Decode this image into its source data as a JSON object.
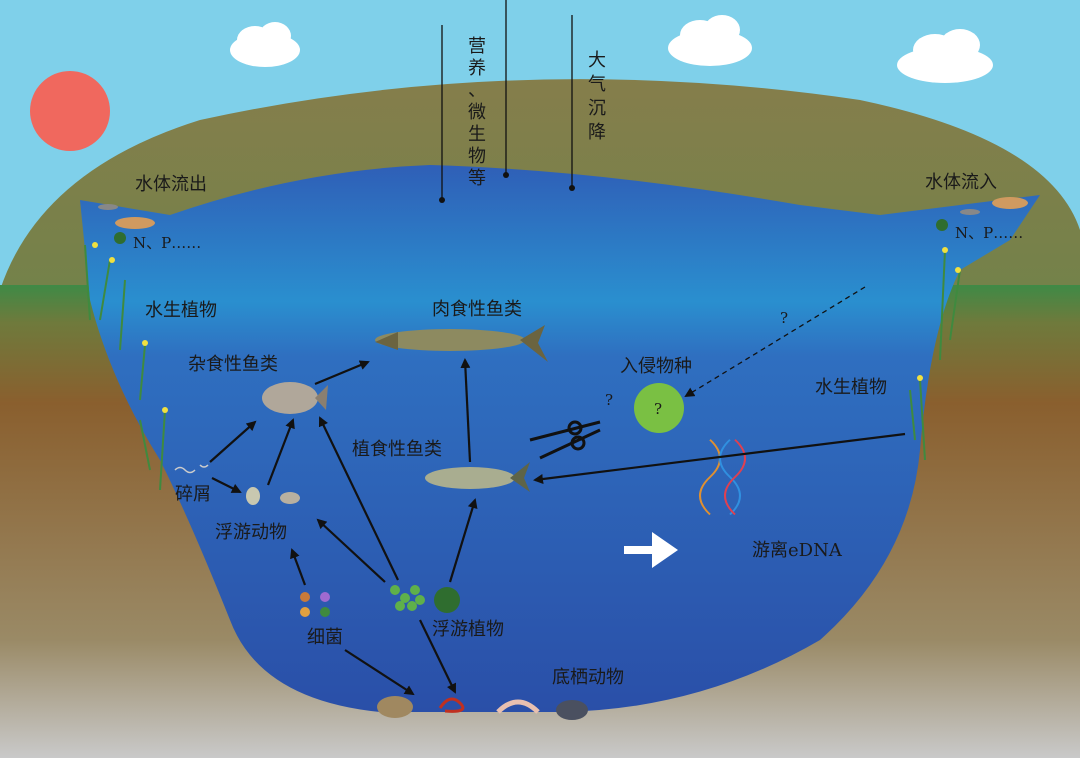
{
  "labels": {
    "outflow": "水体流出",
    "inflow": "水体流入",
    "np_left": "N、P……",
    "np_right": "N、P……",
    "nutrients": [
      "营",
      "养",
      "、",
      "微",
      "生",
      "物",
      "等"
    ],
    "atmosphere": [
      "大",
      "气",
      "沉",
      "降"
    ],
    "aquatic_plants_left": "水生植物",
    "aquatic_plants_right": "水生植物",
    "carnivorous_fish": "肉食性鱼类",
    "omnivorous_fish": "杂食性鱼类",
    "invasive_species": "入侵物种",
    "invasive_question": "?",
    "question_1": "?",
    "question_2": "?",
    "herbivorous_fish": "植食性鱼类",
    "detritus": "碎屑",
    "zooplankton": "浮游动物",
    "edna": "游离eDNA",
    "bacteria": "细菌",
    "phytoplankton": "浮游植物",
    "benthos": "底栖动物"
  },
  "colors": {
    "sky": "#7fd0ea",
    "hill": "#7d7d4a",
    "water": "#2e63b8",
    "soil": "#8a6a3a",
    "sun": "#f0685e",
    "invasive": "#7ac043"
  }
}
